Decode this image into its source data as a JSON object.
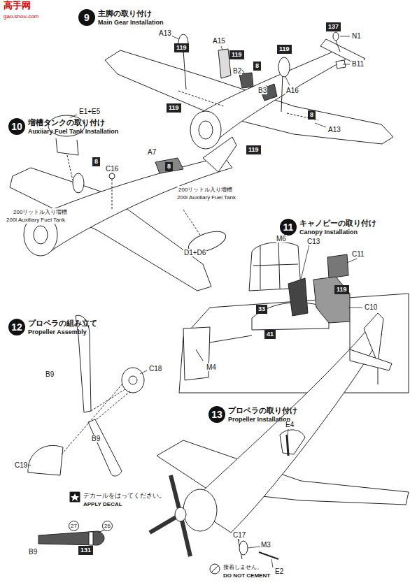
{
  "diagram": {
    "nodes": [
      {
        "text": [
          "9",
          "主脚の取り付け",
          "Main Gear Installation"
        ]
      },
      {
        "text": [
          "137"
        ]
      },
      {
        "text": [
          "119"
        ]
      },
      {
        "text": [
          "119"
        ]
      },
      {
        "text": [
          "8"
        ]
      },
      {
        "text": [
          "119"
        ]
      },
      {
        "text": [
          "119"
        ]
      },
      {
        "text": [
          "8"
        ]
      },
      {
        "text": [
          "119"
        ]
      },
      {
        "text": [
          "10",
          "増槽タンクの取り付け",
          "Auxiiary Fuel Tank Installation"
        ]
      },
      {
        "text": [
          "8"
        ]
      },
      {
        "text": [
          "8"
        ]
      },
      {
        "text": [
          "11",
          "キャノピーの取り付け",
          "Canopy Installation"
        ]
      },
      {
        "text": [
          "119"
        ]
      },
      {
        "text": [
          "33"
        ]
      },
      {
        "text": [
          "41"
        ]
      },
      {
        "text": [
          "12",
          "プロペラの組み立て",
          "Propeller Assembly"
        ]
      },
      {
        "text": [
          "27"
        ]
      },
      {
        "text": [
          "26"
        ]
      },
      {
        "text": [
          "131"
        ]
      },
      {
        "text": [
          "13",
          "プロペラの取り付け",
          "Propeller Installation"
        ]
      }
    ],
    "labels": [
      "高手网",
      "gao.shou.com",
      "A13",
      "A15",
      "B2",
      "B3",
      "A16",
      "N1",
      "B11",
      "A13",
      "E1+E5",
      "C16",
      "A7",
      "200リットル入り増槽",
      "200l Auxiliary Fuel Tank",
      "200リットル入り増槽",
      "200l Auxiliary Fuel Tank",
      "D1+D6",
      "M6",
      "C13",
      "C11",
      "C10",
      "M4",
      "C18",
      "B9",
      "B9",
      "C19",
      "デカールをはってください。",
      "APPLY DECAL",
      "B9",
      "E4",
      "C17",
      "M3",
      "E2",
      "接着しません。",
      "DO NOT CEMENT"
    ]
  }
}
